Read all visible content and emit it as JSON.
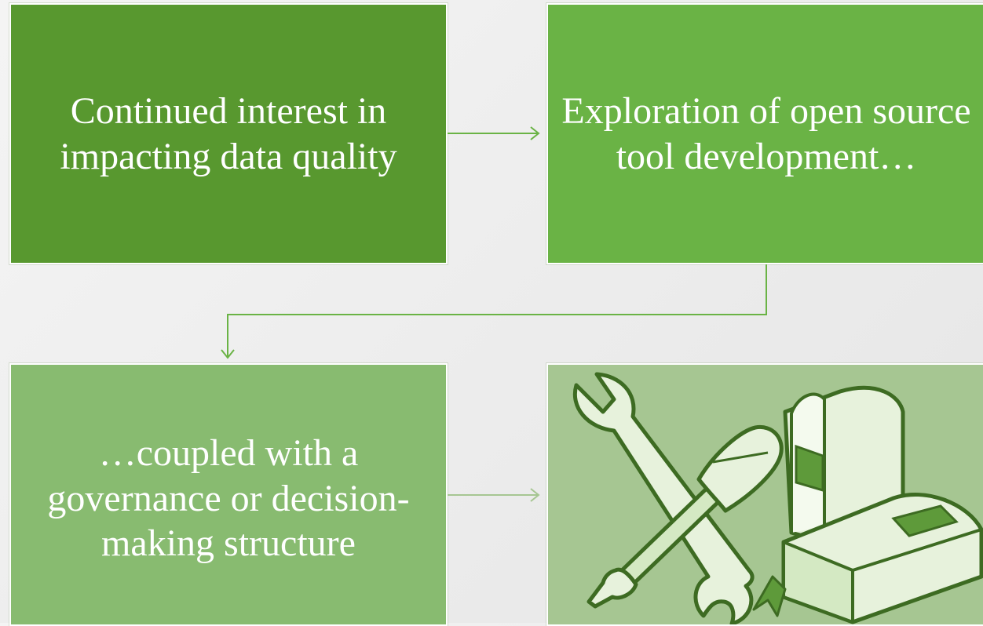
{
  "boxes": [
    {
      "id": "box1",
      "text": "Continued interest in impacting data quality",
      "color": "#58982f"
    },
    {
      "id": "box2",
      "text": "Exploration of open source tool development…",
      "color": "#6ab345"
    },
    {
      "id": "box3",
      "text": "…coupled with a governance or decision-making structure",
      "color": "#88bb70"
    },
    {
      "id": "box4",
      "image": "tools-and-books-illustration",
      "color": "#a6c692"
    }
  ],
  "icons": [
    "wrench-icon",
    "screwdriver-icon",
    "book-icon",
    "arrow-right-icon",
    "arrow-down-icon"
  ],
  "colors": {
    "connector": "#6ab345",
    "background": "#efefef"
  }
}
